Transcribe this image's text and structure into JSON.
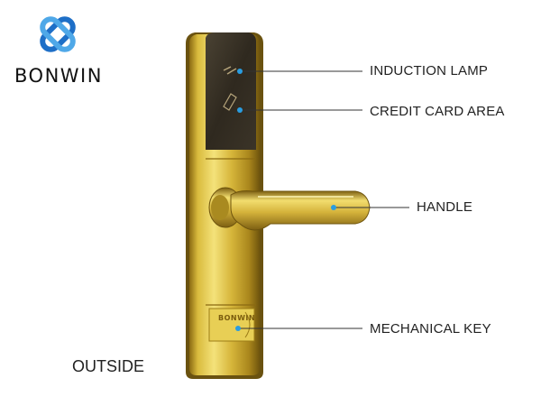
{
  "brand": {
    "name": "BONWIN",
    "logo_icon": "bonwin-knot-icon",
    "logo_colors": [
      "#1e6fc7",
      "#4fa8e8"
    ]
  },
  "product": {
    "embossed_label": "BONWIN",
    "finish_color": "#c9a92e",
    "panel_color": "#3a3327"
  },
  "callouts": [
    {
      "id": "induction-lamp",
      "label": "INDUCTION LAMP"
    },
    {
      "id": "credit-card-area",
      "label": "CREDIT CARD AREA"
    },
    {
      "id": "handle",
      "label": "HANDLE"
    },
    {
      "id": "mechanical-key",
      "label": "MECHANICAL KEY"
    }
  ],
  "caption": "OUTSIDE",
  "marker_color": "#2a9de0"
}
